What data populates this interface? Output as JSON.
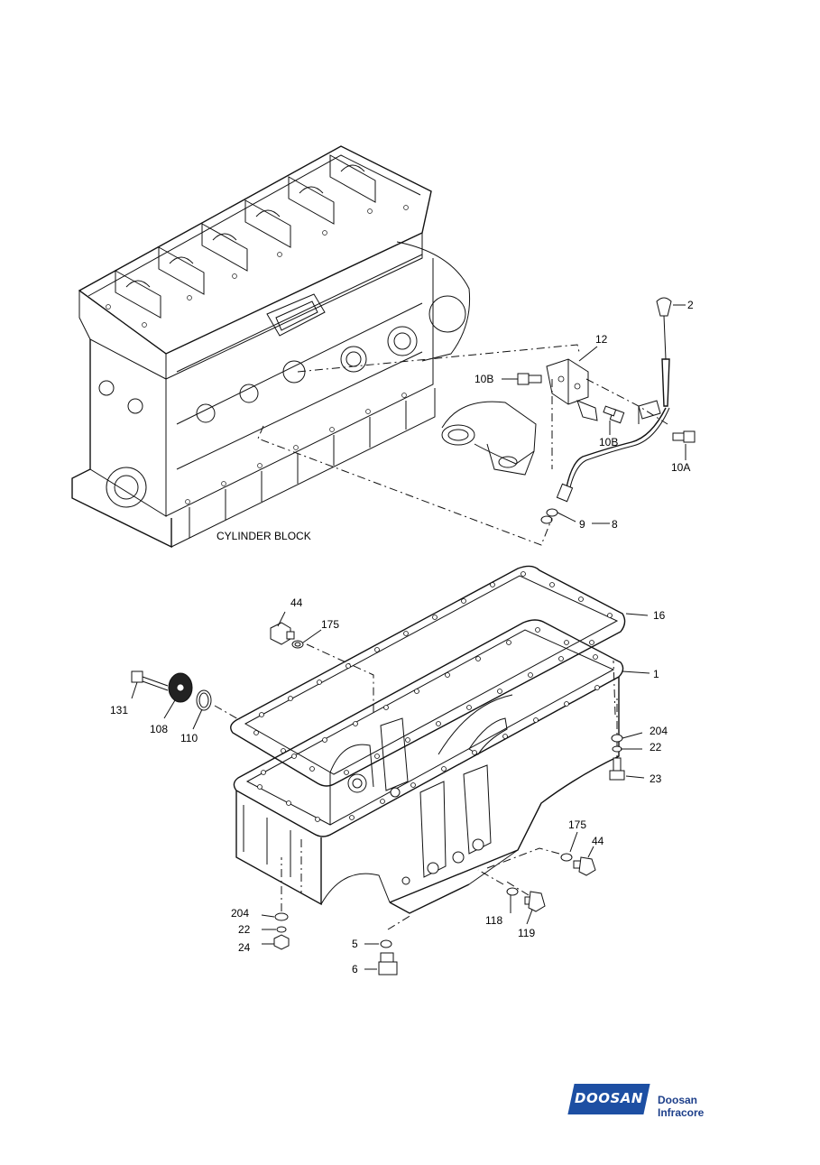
{
  "block_label": "CYLINDER BLOCK",
  "callouts": {
    "c2": "2",
    "c12": "12",
    "c10b_a": "10B",
    "c10b_b": "10B",
    "c10a": "10A",
    "c9": "9",
    "c8": "8",
    "c44_a": "44",
    "c175_a": "175",
    "c16": "16",
    "c1": "1",
    "c131": "131",
    "c108": "108",
    "c110": "110",
    "c204_a": "204",
    "c22_a": "22",
    "c23": "23",
    "c175_b": "175",
    "c44_b": "44",
    "c118": "118",
    "c119": "119",
    "c204_b": "204",
    "c22_b": "22",
    "c24": "24",
    "c5": "5",
    "c6": "6"
  },
  "logo": {
    "brand": "DOOSAN",
    "company": "Doosan Infracore",
    "color": "#1d4fa3"
  }
}
